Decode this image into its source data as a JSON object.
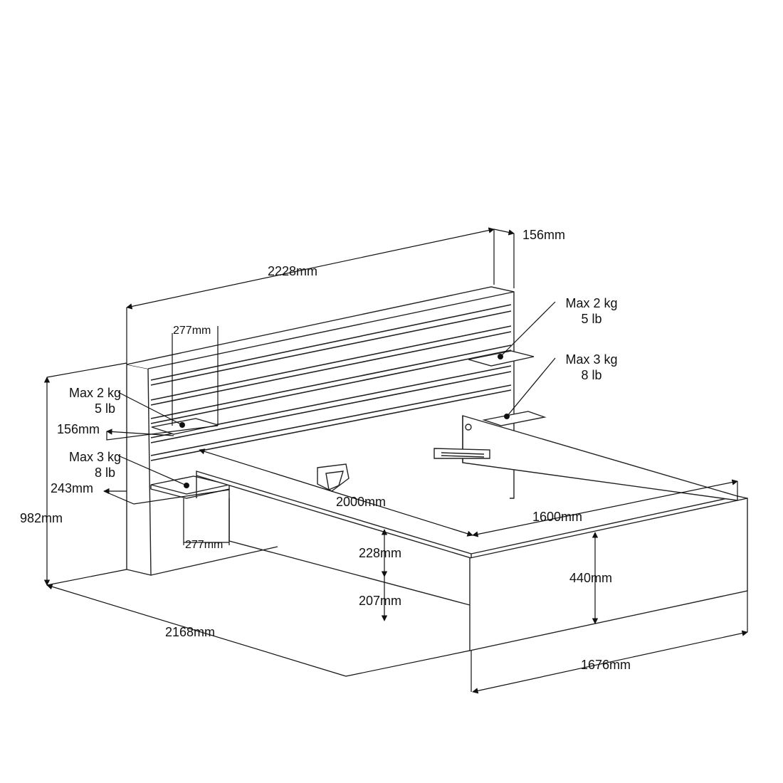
{
  "dimensions": {
    "headboard_width": "2228mm",
    "headboard_depth": "156mm",
    "total_height": "982mm",
    "total_length": "2168mm",
    "total_width": "1676mm",
    "mattress_length": "2000mm",
    "mattress_width": "1600mm",
    "frame_height": "440mm",
    "rail_height": "228mm",
    "floor_clearance": "207mm",
    "upper_shelf_width": "277mm",
    "lower_shelf_width": "277mm",
    "upper_shelf_depth": "156mm",
    "lower_shelf_depth": "243mm"
  },
  "load_notes": {
    "left_upper": {
      "line1": "Max 2 kg",
      "line2": "5 lb"
    },
    "left_lower": {
      "line1": "Max 3 kg",
      "line2": "8 lb"
    },
    "right_upper": {
      "line1": "Max 2 kg",
      "line2": "5 lb"
    },
    "right_lower": {
      "line1": "Max 3 kg",
      "line2": "8 lb"
    }
  }
}
